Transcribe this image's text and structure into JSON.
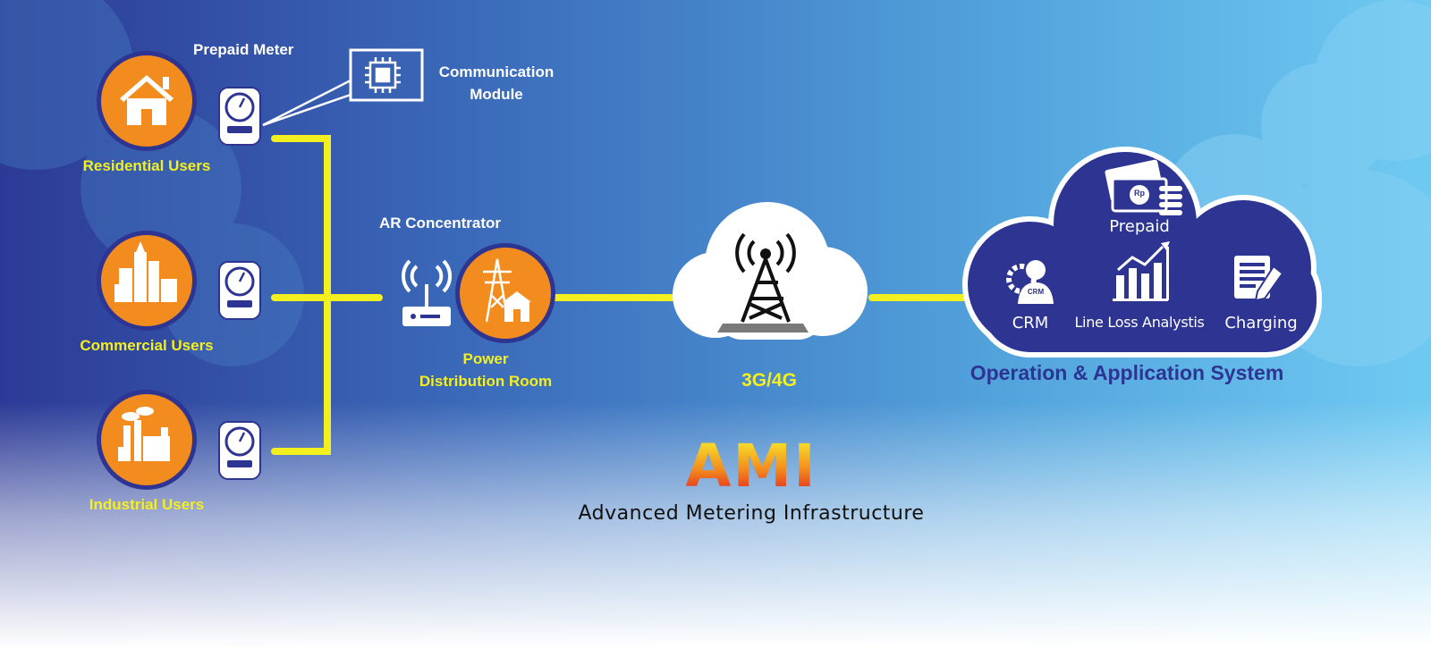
{
  "labels": {
    "prepaid_meter": "Prepaid Meter",
    "communication_module_line1": "Communication",
    "communication_module_line2": "Module",
    "residential_users": "Residential Users",
    "commercial_users": "Commercial Users",
    "industrial_users": "Industrial Users",
    "ar_concentrator": "AR Concentrator",
    "power_distribution_line1": "Power",
    "power_distribution_line2": "Distribution Room",
    "network": "3G/4G",
    "crm_badge": "CRM",
    "rp_badge": "Rp",
    "prepaid": "Prepaid",
    "crm": "CRM",
    "line_loss_analysis": "Line Loss Analystis",
    "charging": "Charging",
    "operation_system": "Operation & Application System",
    "ami": "AMI",
    "ami_full": "Advanced Metering Infrastructure"
  },
  "colors": {
    "orange": "#f28c1e",
    "navy": "#2d3492",
    "yellow": "#f4ef1f",
    "white": "#ffffff"
  },
  "icons": [
    "house-icon",
    "city-buildings-icon",
    "factory-icon",
    "prepaid-meter-icon",
    "chip-icon",
    "router-icon",
    "transmission-tower-icon",
    "cell-tower-icon",
    "money-icon",
    "crm-icon",
    "bar-chart-icon",
    "document-pen-icon"
  ]
}
